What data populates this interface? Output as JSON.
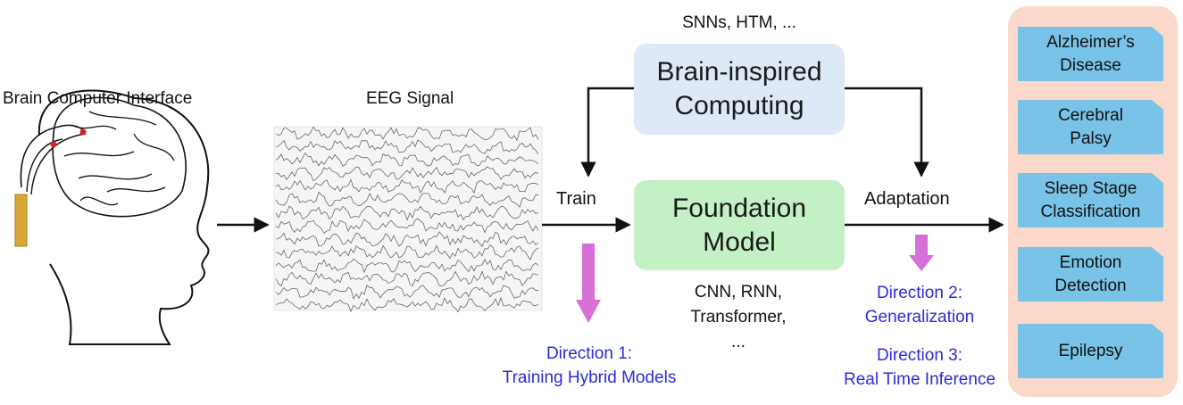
{
  "bci": {
    "title": "Brain Computer Interface"
  },
  "eeg": {
    "title": "EEG Signal"
  },
  "brain_inspired": {
    "label": "Brain-inspired\nComputing",
    "examples": "SNNs, HTM, ..."
  },
  "foundation": {
    "label": "Foundation\nModel",
    "examples": "CNN, RNN,\nTransformer,\n..."
  },
  "edges": {
    "train": "Train",
    "adaptation": "Adaptation"
  },
  "directions": [
    {
      "text": "Direction 1:\nTraining Hybrid Models"
    },
    {
      "text": "Direction 2:\nGeneralization"
    },
    {
      "text": "Direction 3:\nReal Time Inference"
    }
  ],
  "diseases": [
    {
      "label": "Alzheimer’s\nDisease"
    },
    {
      "label": "Cerebral\nPalsy"
    },
    {
      "label": "Sleep Stage\nClassification"
    },
    {
      "label": "Emotion\nDetection"
    },
    {
      "label": "Epilepsy"
    }
  ],
  "colors": {
    "brain_box": "#dde9f6",
    "foundation_box": "#c4f0c6",
    "direction_text": "#2b2bd6",
    "direction_arrow": "#d66fd6",
    "disease_panel": "#fbd9ca",
    "disease_item": "#79c3e8"
  }
}
